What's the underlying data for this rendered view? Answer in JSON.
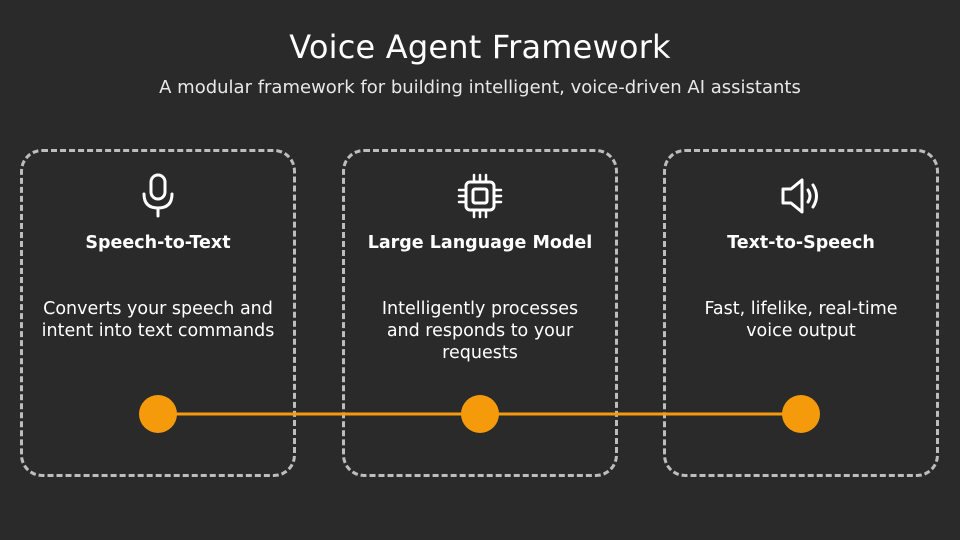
{
  "header": {
    "title": "Voice Agent Framework",
    "subtitle": "A modular framework for building intelligent, voice-driven AI assistants"
  },
  "stages": [
    {
      "icon": "microphone-icon",
      "title": "Speech-to-Text",
      "description": "Converts your speech and intent into text commands"
    },
    {
      "icon": "chip-icon",
      "title": "Large Language Model",
      "description": "Intelligently processes and responds to your requests"
    },
    {
      "icon": "speaker-icon",
      "title": "Text-to-Speech",
      "description": "Fast, lifelike, real-time voice output"
    }
  ],
  "colors": {
    "background": "#2a2a2b",
    "accent": "#f59b0b",
    "card_border": "#bdbdbd",
    "text": "#ffffff"
  }
}
